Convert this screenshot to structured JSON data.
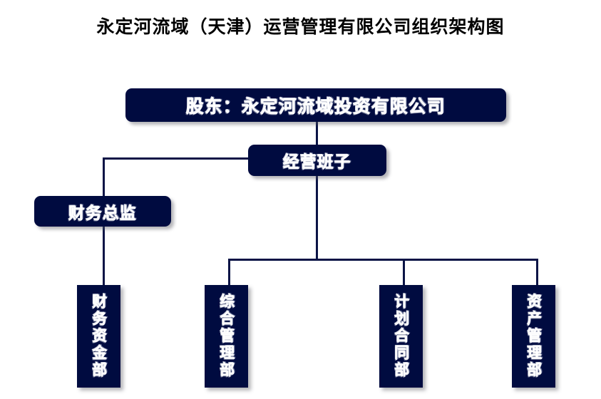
{
  "page": {
    "title": "永定河流域（天津）运营管理有限公司组织架构图",
    "colors": {
      "node_background": "#000B40",
      "node_text": "#FFFFFF",
      "connector": "#0B1446",
      "page_background": "#FFFFFF"
    }
  },
  "chart": {
    "type": "org-chart",
    "nodes": {
      "shareholder": {
        "label": "股东：永定河流域投资有限公司",
        "level": 1
      },
      "management": {
        "label": "经营班子",
        "level": 2
      },
      "cfo": {
        "label": "财务总监",
        "level": 3
      },
      "departments": [
        {
          "label": "财务资金部",
          "parent": "财务总监"
        },
        {
          "label": "综合管理部",
          "parent": "经营班子"
        },
        {
          "label": "计划合同部",
          "parent": "经营班子"
        },
        {
          "label": "资产管理部",
          "parent": "经营班子"
        }
      ]
    },
    "edges": [
      {
        "from": "股东：永定河流域投资有限公司",
        "to": "经营班子"
      },
      {
        "from": "经营班子",
        "to": "财务总监"
      },
      {
        "from": "财务总监",
        "to": "财务资金部"
      },
      {
        "from": "经营班子",
        "to": "综合管理部"
      },
      {
        "from": "经营班子",
        "to": "计划合同部"
      },
      {
        "from": "经营班子",
        "to": "资产管理部"
      }
    ]
  }
}
